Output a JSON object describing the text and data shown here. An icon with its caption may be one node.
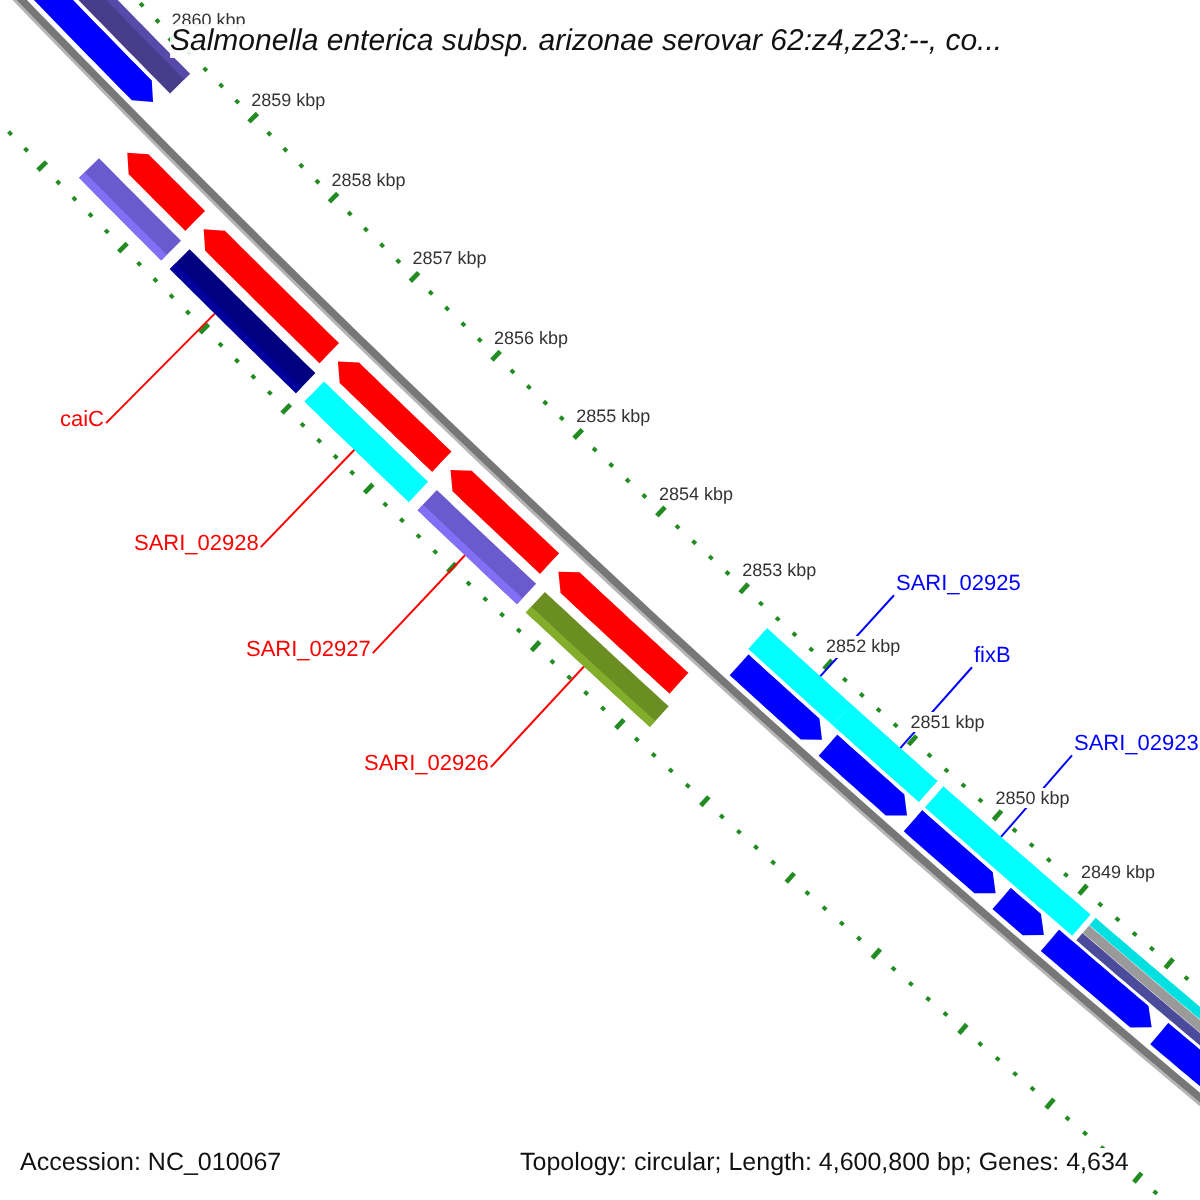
{
  "diagram": {
    "title": "Salmonella enterica subsp. arizonae serovar 62:z4,z23:--, co...",
    "nodes": [
      {
        "text": [
          "caiC"
        ]
      },
      {
        "text": [
          "SARI_02928"
        ]
      },
      {
        "text": [
          "SARI_02925"
        ]
      },
      {
        "text": [
          "SARI_02927"
        ]
      },
      {
        "text": [
          "fixB"
        ]
      },
      {
        "text": [
          "SARI_02923"
        ]
      },
      {
        "text": [
          "SARI_02926"
        ]
      },
      {
        "text": [],
        "shape": "bar"
      },
      {
        "text": [],
        "shape": "bar"
      },
      {
        "text": [],
        "shape": "bar"
      },
      {
        "text": [],
        "shape": "bar"
      },
      {
        "text": [],
        "shape": "bar"
      },
      {
        "text": [],
        "shape": "bar"
      },
      {
        "text": [],
        "shape": "bar"
      }
    ],
    "edges": [
      {
        "from": 0,
        "to": 7,
        "arrow": "none",
        "color": "#ff0000"
      },
      {
        "from": 1,
        "to": 8,
        "arrow": "none",
        "color": "#ff0000"
      },
      {
        "from": 2,
        "to": 11,
        "arrow": "none",
        "color": "#0000ff"
      },
      {
        "from": 3,
        "to": 9,
        "arrow": "none",
        "color": "#ff0000"
      },
      {
        "from": 4,
        "to": 12,
        "arrow": "none",
        "color": "#0000ff"
      },
      {
        "from": 5,
        "to": 13,
        "arrow": "none",
        "color": "#0000ff"
      },
      {
        "from": 6,
        "to": 10,
        "arrow": "none",
        "color": "#ff0000"
      }
    ],
    "labels": [
      "2860 kbp",
      "2859 kbp",
      "2858 kbp",
      "2857 kbp",
      "2856 kbp",
      "2855 kbp",
      "2854 kbp",
      "2853 kbp",
      "2852 kbp",
      "2851 kbp",
      "2850 kbp",
      "2849 kbp",
      "Accession: NC_010067",
      "Topology: circular; Length: 4,600,800 bp; Genes: 4,634"
    ]
  }
}
